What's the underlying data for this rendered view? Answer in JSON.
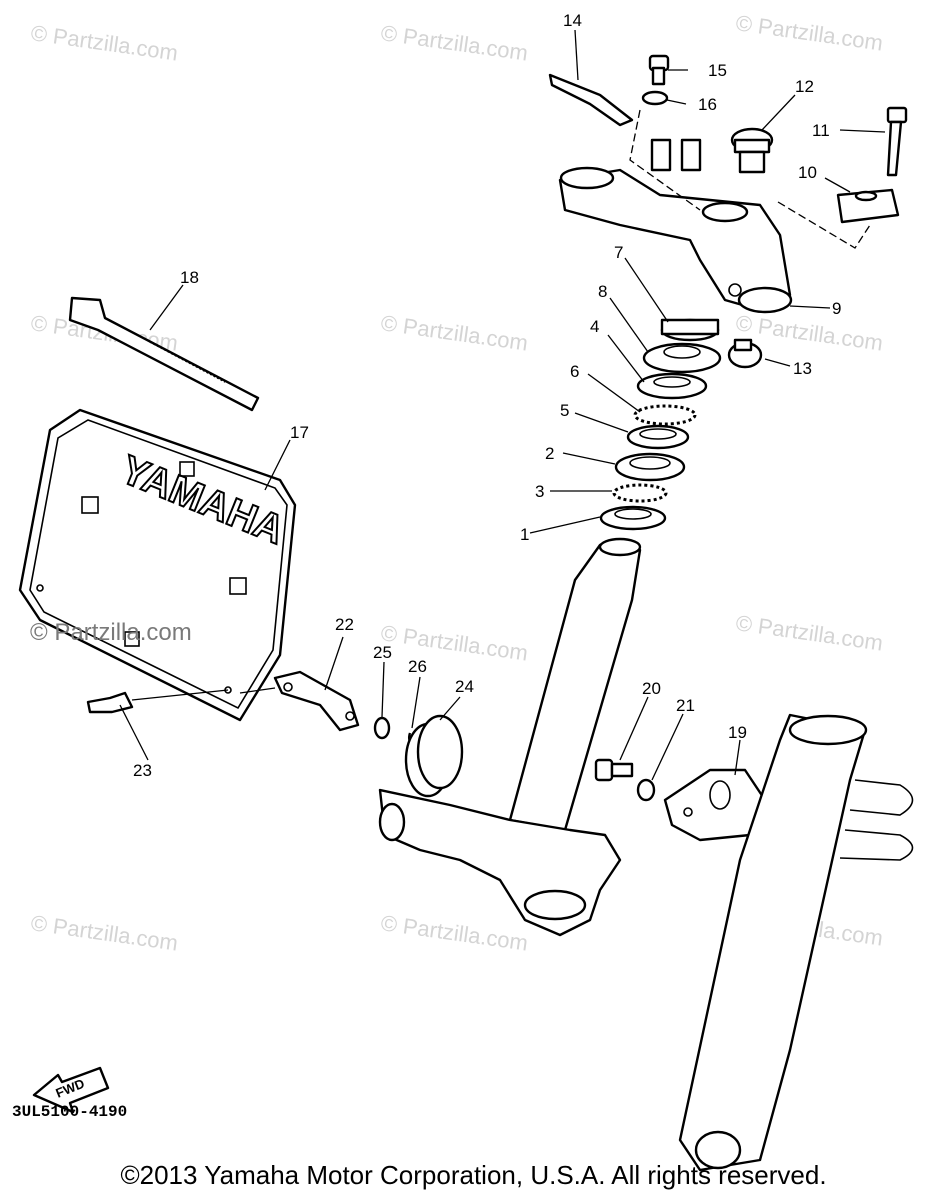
{
  "watermark": "© Partzilla.com",
  "watermark_bold": "© Partzilla.com",
  "brand_text": "YAMAHA",
  "fwd_text": "FWD",
  "diagram_code": "3UL5100-4190",
  "copyright": "©2013 Yamaha Motor Corporation, U.S.A. All rights reserved.",
  "callouts": [
    "1",
    "2",
    "3",
    "4",
    "5",
    "6",
    "7",
    "8",
    "9",
    "10",
    "11",
    "12",
    "13",
    "14",
    "15",
    "16",
    "17",
    "18",
    "19",
    "20",
    "21",
    "22",
    "23",
    "24",
    "25",
    "26"
  ]
}
